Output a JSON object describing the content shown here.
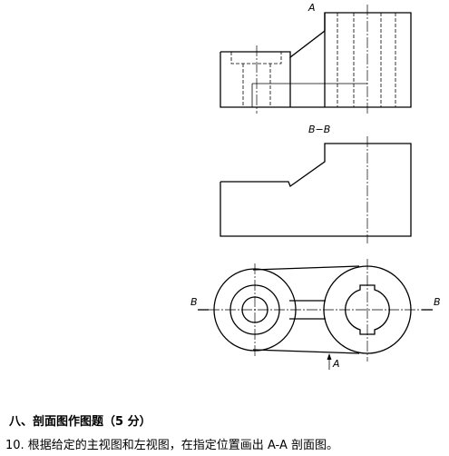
{
  "drawing": {
    "labels": {
      "top_a": "A",
      "section_title": "B−B",
      "cut_left": "B",
      "cut_right": "B",
      "arrow_a": "A"
    }
  },
  "text": {
    "section_heading": "八、剖面图作图题（5 分）",
    "question": "10. 根据给定的主视图和左视图，在指定位置画出 A-A 剖面图。"
  }
}
